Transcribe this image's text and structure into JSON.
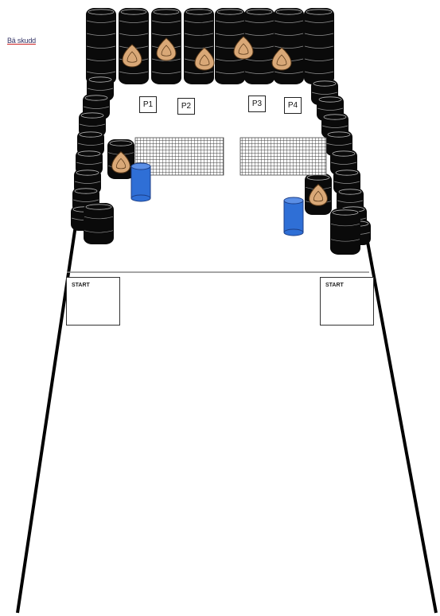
{
  "header": {
    "label": "Bä skudd"
  },
  "positions": [
    {
      "label": "P1"
    },
    {
      "label": "P2"
    },
    {
      "label": "P3"
    },
    {
      "label": "P4"
    }
  ],
  "start_areas": {
    "left": "START",
    "right": "START"
  },
  "props": {
    "tire_color": "#0a0a0a",
    "target_color": "#d9a877",
    "barrel_color": "#2f6fd6",
    "net_color": "#333333"
  }
}
